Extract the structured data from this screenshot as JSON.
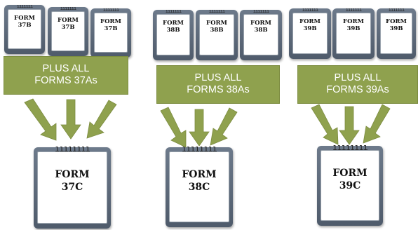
{
  "groups": [
    {
      "small_forms": [
        {
          "line1": "FORM",
          "line2": "37B"
        },
        {
          "line1": "FORM",
          "line2": "37B"
        },
        {
          "line1": "FORM",
          "line2": "37B"
        }
      ],
      "banner": {
        "line1": "PLUS ALL",
        "line2": "FORMS 37As"
      },
      "result": {
        "line1": "FORM",
        "line2": "37C"
      }
    },
    {
      "small_forms": [
        {
          "line1": "FORM",
          "line2": "38B"
        },
        {
          "line1": "FORM",
          "line2": "38B"
        },
        {
          "line1": "FORM",
          "line2": "38B"
        }
      ],
      "banner": {
        "line1": "PLUS ALL",
        "line2": "FORMS 38As"
      },
      "result": {
        "line1": "FORM",
        "line2": "38C"
      }
    },
    {
      "small_forms": [
        {
          "line1": "FORM",
          "line2": "39B"
        },
        {
          "line1": "FORM",
          "line2": "39B"
        },
        {
          "line1": "FORM",
          "line2": "39B"
        }
      ],
      "banner": {
        "line1": "PLUS ALL",
        "line2": "FORMS 39As"
      },
      "result": {
        "line1": "FORM",
        "line2": "39C"
      }
    }
  ],
  "colors": {
    "banner": "#8fa14e",
    "arrow": "#8fa14e",
    "pad": "#5c6878"
  }
}
